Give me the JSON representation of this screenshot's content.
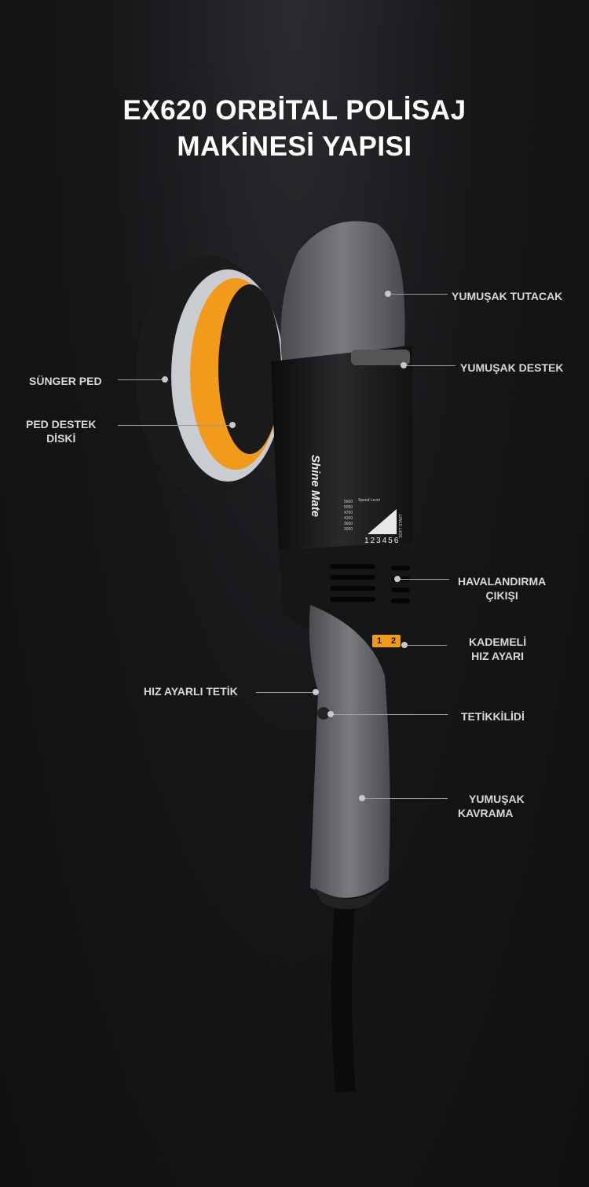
{
  "title": {
    "line1": "EX620 ORBİTAL POLİSAJ",
    "line2": "MAKİNESİ YAPISI"
  },
  "brand": {
    "logo": "Shine Mate"
  },
  "speed_chart": {
    "heading": "Speed Level",
    "rpm": [
      "5600",
      "5050",
      "4700",
      "4100",
      "3600",
      "3000"
    ],
    "levels": [
      "1",
      "2",
      "3",
      "4",
      "5",
      "6"
    ],
    "soft_start": "SOFT START"
  },
  "dial": {
    "values": [
      "1",
      "2"
    ]
  },
  "labels": {
    "soft_handle": "YUMUŞAK TUTACAK",
    "soft_support": "YUMUŞAK DESTEK",
    "sponge_pad": "SÜNGER PED",
    "pad_backing_1": "PED DESTEK",
    "pad_backing_2": "DİSKİ",
    "vent_1": "HAVALANDIRMA",
    "vent_2": "ÇIKIŞI",
    "speed_dial_1": "KADEMELİ",
    "speed_dial_2": "HIZ AYARI",
    "trigger": "HIZ AYARLI TETİK",
    "trigger_lock": "TETİKKİLİDİ",
    "grip_1": "YUMUŞAK",
    "grip_2": "KAVRAMA"
  },
  "colors": {
    "accent": "#f29a1c",
    "body": "#1c1c1e",
    "grey": "#6b6c6f"
  }
}
